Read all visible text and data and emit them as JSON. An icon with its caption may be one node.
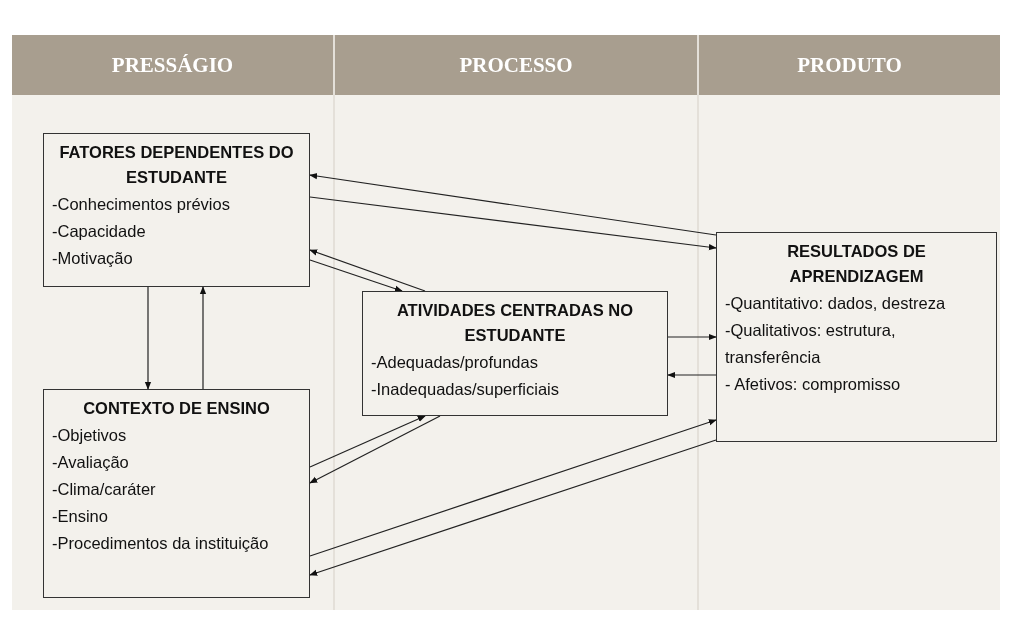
{
  "diagram": {
    "nodes": [
      {
        "text": [
          "FATORES DEPENDENTES DO ESTUDANTE",
          "-Conhecimentos prévios",
          "-Capacidade",
          "-Motivação"
        ]
      },
      {
        "text": [
          "ATIVIDADES CENTRADAS NO ESTUDANTE",
          "-Adequadas/profundas",
          "-Inadequadas/superficiais"
        ]
      },
      {
        "text": [
          "CONTEXTO DE ENSINO",
          "-Objetivos",
          "-Avaliação",
          "-Clima/caráter",
          "-Ensino",
          "-Procedimentos da instituição"
        ]
      },
      {
        "text": [
          "RESULTADOS DE APRENDIZAGEM",
          "-Quantitativo: dados, destreza",
          "-Qualitativos: estrutura, transferência",
          "- Afetivos: compromisso"
        ]
      }
    ],
    "edges": [
      {
        "from": 3,
        "to": 0,
        "arrow": "to"
      },
      {
        "from": 0,
        "to": 3,
        "arrow": "to"
      },
      {
        "from": 1,
        "to": 0,
        "arrow": "to"
      },
      {
        "from": 0,
        "to": 1,
        "arrow": "to"
      },
      {
        "from": 0,
        "to": 2,
        "arrow": "to"
      },
      {
        "from": 2,
        "to": 0,
        "arrow": "to"
      },
      {
        "from": 1,
        "to": 3,
        "arrow": "to"
      },
      {
        "from": 3,
        "to": 1,
        "arrow": "to"
      },
      {
        "from": 2,
        "to": 1,
        "arrow": "to"
      },
      {
        "from": 1,
        "to": 2,
        "arrow": "to"
      },
      {
        "from": 2,
        "to": 3,
        "arrow": "to"
      },
      {
        "from": 3,
        "to": 2,
        "arrow": "to"
      }
    ],
    "labels": [
      "PRESSÁGIO",
      "PROCESSO",
      "PRODUTO"
    ]
  }
}
